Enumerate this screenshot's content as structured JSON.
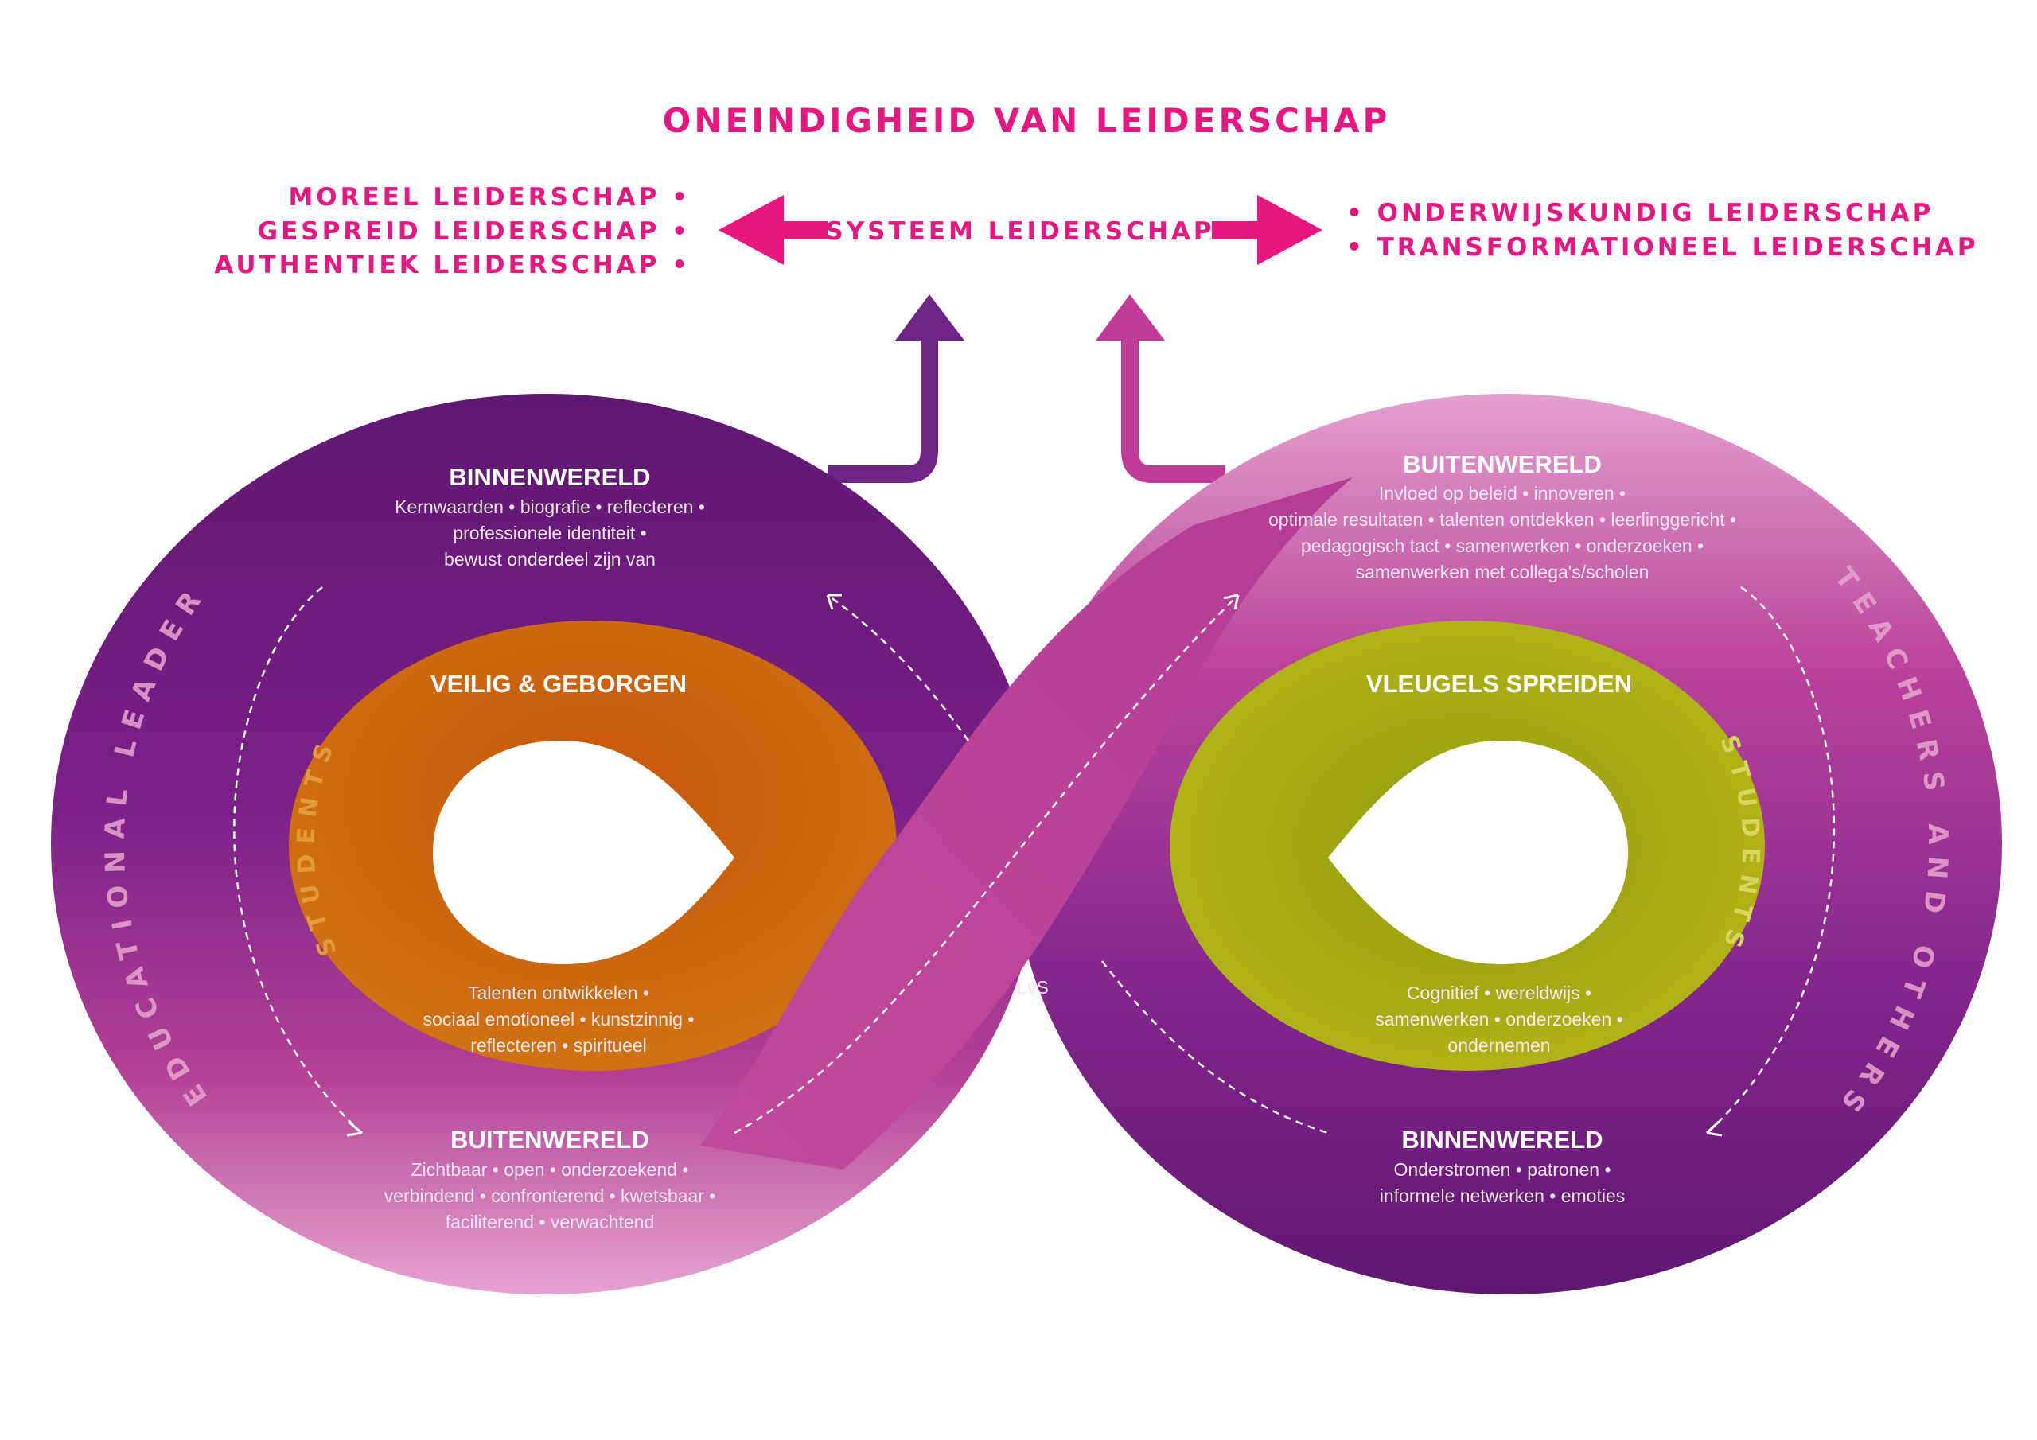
{
  "title": "ONEINDIGHEID VAN LEIDERSCHAP",
  "center_label": "SYSTEEM LEIDERSCHAP",
  "left_list": [
    "MOREEL LEIDERSCHAP •",
    "GESPREID LEIDERSCHAP •",
    "AUTHENTIEK LEIDERSCHAP •"
  ],
  "right_list": [
    "• ONDERWIJSKUNDIG LEIDERSCHAP",
    "• TRANSFORMATIONEEL LEIDERSCHAP"
  ],
  "left_loop": {
    "arc_label": "EDUCATIONAL LEADER",
    "top": {
      "heading": "BINNENWERELD",
      "lines": [
        "Kernwaarden • biografie • reflecteren •",
        "professionele identiteit •",
        "bewust onderdeel zijn van"
      ]
    },
    "inner": {
      "heading": "VEILIG & GEBORGEN",
      "students": "STUDENTS",
      "lines": [
        "Talenten ontwikkelen •",
        "sociaal emotioneel • kunstzinnig •",
        "reflecteren • spiritueel"
      ]
    },
    "bottom": {
      "heading": "BUITENWERELD",
      "lines": [
        "Zichtbaar • open • onderzoekend •",
        "verbindend • confronterend • kwetsbaar •",
        "faciliterend • verwachtend"
      ]
    }
  },
  "right_loop": {
    "arc_label": "TEACHERS AND OTHERS",
    "top": {
      "heading": "BUITENWERELD",
      "lines": [
        "Invloed op beleid • innoveren •",
        "optimale resultaten • talenten ontdekken • leerlinggericht •",
        "pedagogisch tact • samenwerken • onderzoeken •",
        "samenwerken met collega's/scholen"
      ]
    },
    "inner": {
      "heading": "VLEUGELS SPREIDEN",
      "students": "STUDENTS",
      "lines": [
        "Cognitief • wereldwijs •",
        "samenwerken • onderzoeken •",
        "ondernemen"
      ]
    },
    "bottom": {
      "heading": "BINNENWERELD",
      "lines": [
        "Onderstromen • patronen •",
        "informele netwerken • emoties"
      ]
    }
  },
  "crossing_label": "LvS",
  "colors": {
    "accent": "#e6177f",
    "purple": "#6e1e82",
    "magenta": "#b8409a",
    "orange": "#c95a0a",
    "green": "#a9ad10"
  }
}
